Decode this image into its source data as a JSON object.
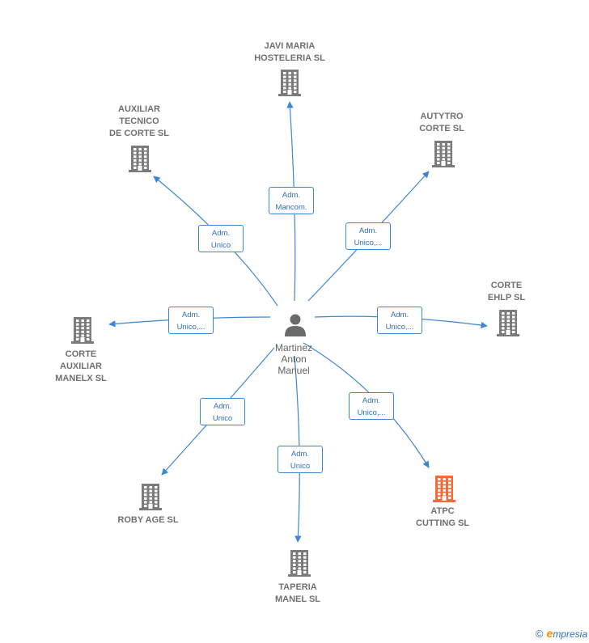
{
  "center": {
    "name_lines": [
      "Martinez",
      "Anton",
      "Manuel"
    ],
    "icon": "person-icon"
  },
  "colors": {
    "edge": "#3d86d6",
    "building": "#7b7b7b",
    "highlight": "#f26b3a",
    "label": "#707070"
  },
  "companies": [
    {
      "id": "javi",
      "lines": [
        "JAVI MARIA",
        "HOSTELERIA SL"
      ],
      "role": [
        "Adm.",
        "Mancom."
      ],
      "highlight": false
    },
    {
      "id": "auxiliar",
      "lines": [
        "AUXILIAR",
        "TECNICO",
        "DE CORTE  SL"
      ],
      "role": [
        "Adm.",
        "Unico"
      ],
      "highlight": false
    },
    {
      "id": "autytro",
      "lines": [
        "AUTYTRO",
        "CORTE  SL"
      ],
      "role": [
        "Adm.",
        "Unico,..."
      ],
      "highlight": false
    },
    {
      "id": "corte-auxiliar",
      "lines": [
        "CORTE",
        "AUXILIAR",
        "MANELX  SL"
      ],
      "role": [
        "Adm.",
        "Unico,..."
      ],
      "highlight": false
    },
    {
      "id": "corte-ehlp",
      "lines": [
        "CORTE",
        "EHLP  SL"
      ],
      "role": [
        "Adm.",
        "Unico,..."
      ],
      "highlight": false
    },
    {
      "id": "roby",
      "lines": [
        "ROBY AGE SL"
      ],
      "role": [
        "Adm.",
        "Unico"
      ],
      "highlight": false
    },
    {
      "id": "atpc",
      "lines": [
        "ATPC",
        "CUTTING  SL"
      ],
      "role": [
        "Adm.",
        "Unico,..."
      ],
      "highlight": true
    },
    {
      "id": "taperia",
      "lines": [
        "TAPERIA",
        "MANEL SL"
      ],
      "role": [
        "Adm.",
        "Unico"
      ],
      "highlight": false
    }
  ],
  "footer": {
    "copyright": "©",
    "brand_initial": "e",
    "brand_rest": "mpresia"
  }
}
